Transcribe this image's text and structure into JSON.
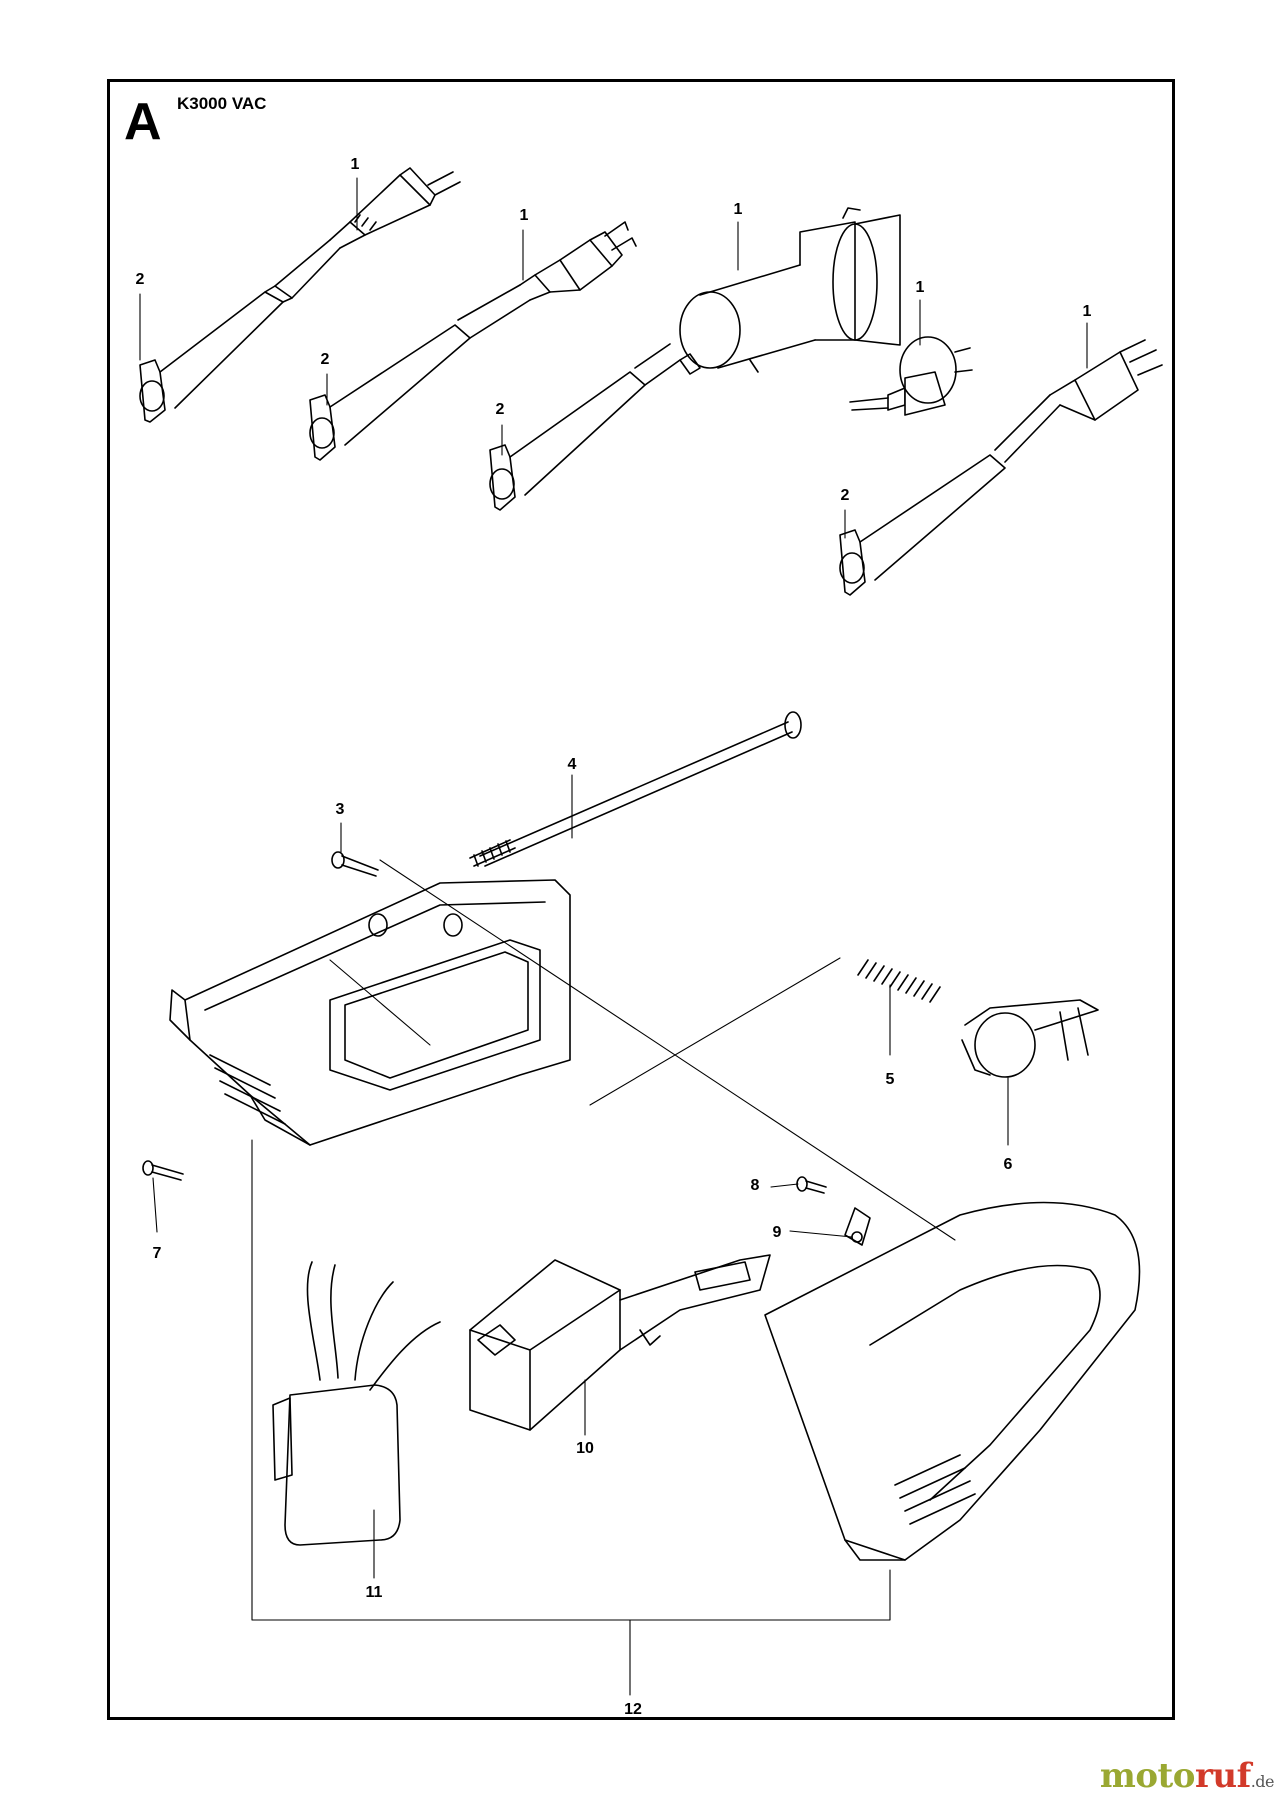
{
  "diagram": {
    "section_letter": "A",
    "model": "K3000 VAC"
  },
  "callouts": [
    "1",
    "1",
    "1",
    "1",
    "1",
    "2",
    "2",
    "2",
    "2",
    "3",
    "4",
    "5",
    "6",
    "7",
    "8",
    "9",
    "10",
    "11",
    "12"
  ],
  "watermark": {
    "brand_a": "moto",
    "brand_b": "ruf",
    "tld": ".de"
  },
  "colors": {
    "line": "#000000",
    "watermark_green": "#9aa832",
    "watermark_red": "#d23a2a"
  }
}
